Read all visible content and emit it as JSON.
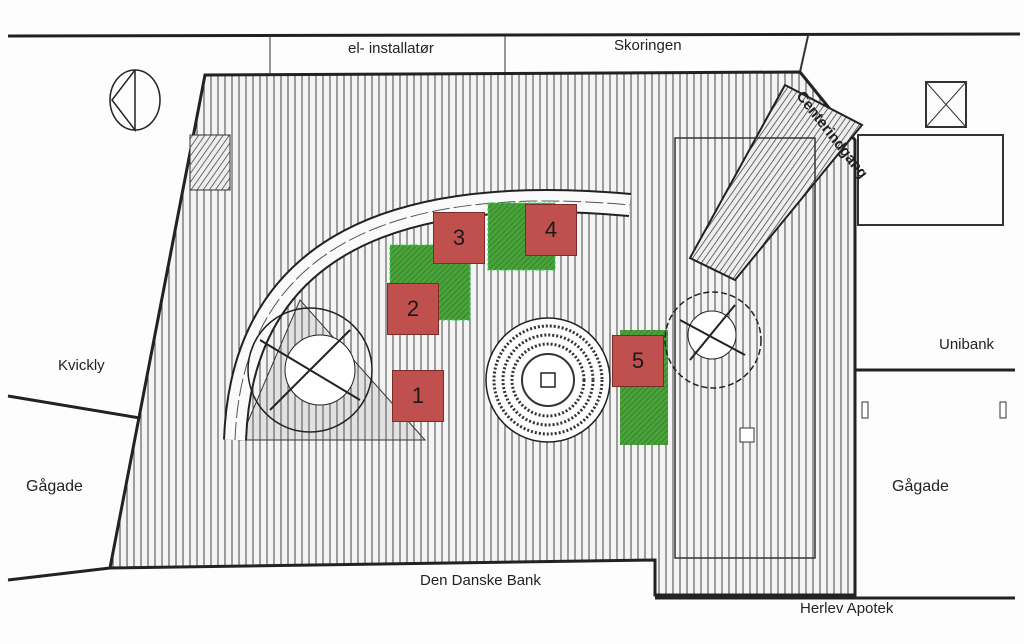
{
  "labels": {
    "el_installator": "el- installatør",
    "skoringen": "Skoringen",
    "centerindgang": "Centerindgang",
    "kvickly": "Kvickly",
    "gagade_left": "Gågade",
    "gagade_right": "Gågade",
    "unibank": "Unibank",
    "den_danske_bank": "Den Danske Bank",
    "herlev_apotek": "Herlev Apotek"
  },
  "markers": [
    "1",
    "2",
    "3",
    "4",
    "5"
  ],
  "colors": {
    "marker": "#c0504d",
    "green": "#3f9a2e",
    "line": "#333333"
  }
}
